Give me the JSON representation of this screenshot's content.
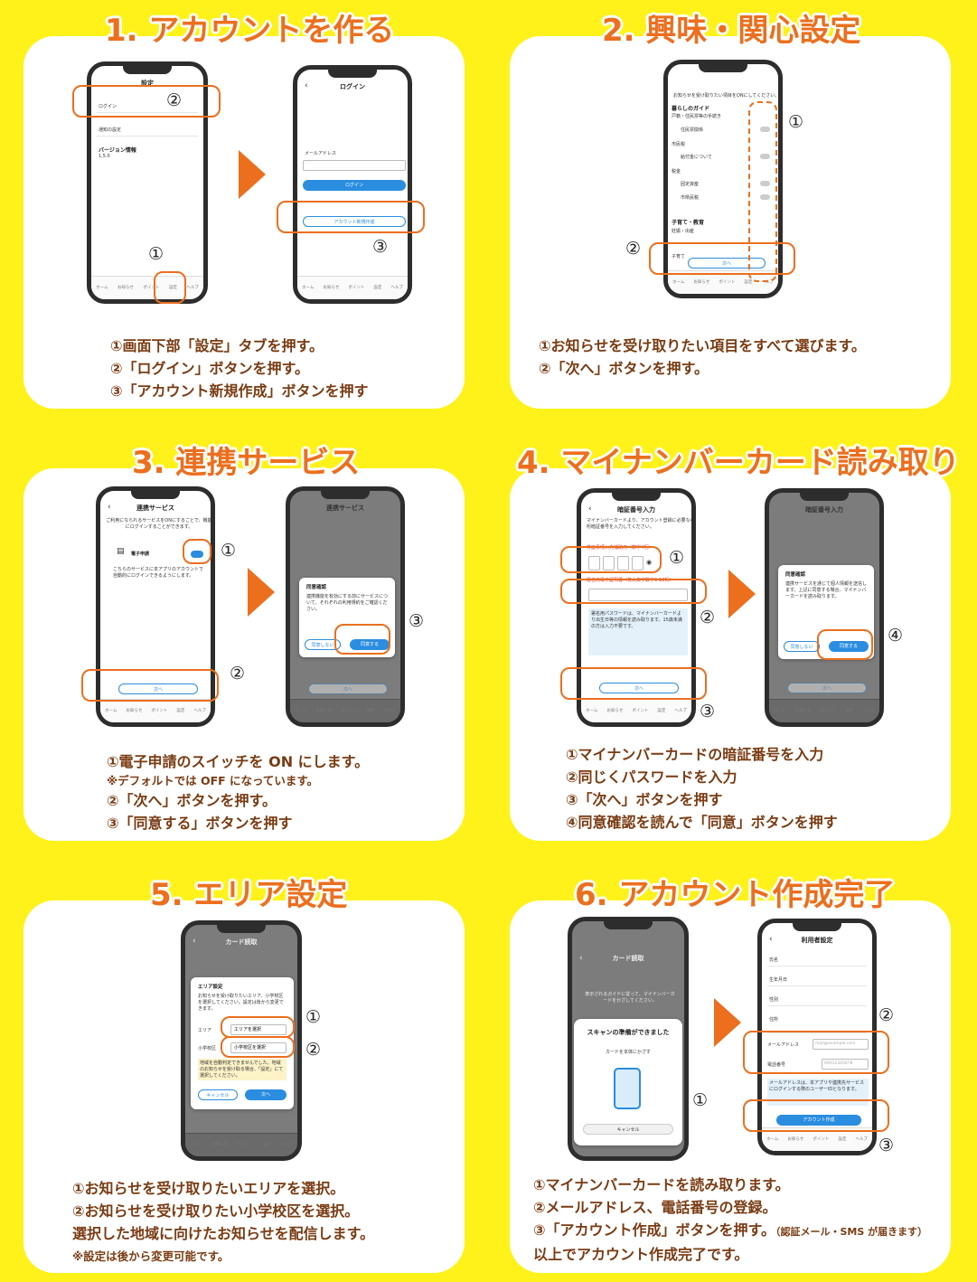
{
  "colors": {
    "background": "#fff21a",
    "accent": "#ec6f1e",
    "button": "#2a8de0",
    "text": "#7a3b12"
  },
  "markers": {
    "m1": "①",
    "m2": "②",
    "m3": "③",
    "m4": "④"
  },
  "tabs": [
    "ホーム",
    "お知らせ",
    "ポイント",
    "設定",
    "ヘルプ"
  ],
  "s1": {
    "title": "1. アカウントを作る",
    "phoneA": {
      "header": "設定",
      "login": "ログイン",
      "new_setting": "通知の設定",
      "version_label": "バージョン情報",
      "version": "1.5.0"
    },
    "phoneB": {
      "header": "ログイン",
      "email_label": "メールアドレス",
      "login_btn": "ログイン",
      "create_btn": "アカウント新規作成"
    },
    "desc": [
      "①画面下部「設定」タブを押す。",
      "②「ログイン」ボタンを押す。",
      "③「アカウント新規作成」ボタンを押す"
    ]
  },
  "s2": {
    "title": "2. 興味・関心設定",
    "phone": {
      "intro": "お知らせを受け取りたい項目をONにしてください。",
      "group1": "暮らしのガイド",
      "sub1": "戸籍・住民票等の手続き",
      "item1": "住民票関係",
      "sub2": "市民税",
      "item2": "給付金について",
      "sub3": "税金",
      "item3": "固定資産",
      "item4": "市県民税",
      "group2": "子育て・教育",
      "sub4": "妊娠・出産",
      "item5": "子育て",
      "next_btn": "次へ"
    },
    "desc": [
      "①お知らせを受け取りたい項目をすべて選びます。",
      "②「次へ」ボタンを押す。"
    ]
  },
  "s3": {
    "title": "3. 連携サービス",
    "phoneA": {
      "header": "連携サービス",
      "intro": "ご利用になられるサービスをONにすることで、機能にログインすることができます。",
      "service": "電子申請",
      "service_desc": "こちらのサービスに本アプリのアカウントで自動的にログインできるようにします。",
      "next_btn": "次へ"
    },
    "phoneB": {
      "header": "連携サービス",
      "dialog_title": "同意確認",
      "dialog_text": "連携機能を有効にする前にサービスについて、それぞれの利用規約をご確認ください。",
      "cancel_btn": "同意しない",
      "agree_btn": "同意する",
      "next_btn": "次へ"
    },
    "desc": [
      "①電子申請のスイッチを ON にします。",
      "※デフォルトでは OFF になっています。",
      "②「次へ」ボタンを押す。",
      "③「同意する」ボタンを押す"
    ]
  },
  "s4": {
    "title": "4. マイナンバーカード読み取り",
    "phoneA": {
      "header": "暗証番号入力",
      "intro": "マイナンバーカードより、アカウント登録に必要な4桁暗証番号を入力してください。",
      "pin_label": "券面事項入力補助用（数字4桁）",
      "pw_label": "署名用電子証明書（英大文字数字6-16桁）",
      "note": "署名用パスワードは、マイナンバーカードより出生日等の情報を読み取ります。15歳未満の方は入力不要です。",
      "next_btn": "次へ"
    },
    "phoneB": {
      "header": "暗証番号入力",
      "dialog_title": "同意確認",
      "dialog_text": "連携サービスを通じて個人情報を送信します。上記に同意する場合、マイナンバーカードを読み取ります。",
      "cancel_btn": "同意しない",
      "agree_btn": "同意する",
      "next_btn": "次へ"
    },
    "desc": [
      "①マイナンバーカードの暗証番号を入力",
      "②同じくパスワードを入力",
      "③「次へ」ボタンを押す",
      "④同意確認を読んで「同意」ボタンを押す"
    ]
  },
  "s5": {
    "title": "5. エリア設定",
    "phone": {
      "header": "カード読取",
      "dialog_title": "エリア設定",
      "dialog_text": "お知らせを受け取りたいエリア、小学校区を選択してください。設定は後から変更できます。",
      "area_label": "エリア",
      "area_value": "エリアを選択",
      "school_label": "小学校区",
      "school_value": "小学校区を選択",
      "warn": "地域を自動判定できませんでした。地域のお知らせを受け取る場合、「設定」にて選択してください。",
      "cancel_btn": "キャンセル",
      "next_btn": "次へ"
    },
    "desc": [
      "①お知らせを受け取りたいエリアを選択。",
      "②お知らせを受け取りたい小学校区を選択。",
      "選択した地域に向けたお知らせを配信します。",
      "※設定は後から変更可能です。"
    ]
  },
  "s6": {
    "title": "6. アカウント作成完了",
    "phoneA": {
      "header": "カード読取",
      "guide": "表示されるガイドに従って、マイナンバーカードをかざしてください。",
      "scan_title": "スキャンの準備ができました",
      "scan_sub": "カードを本体にかざす",
      "cancel_btn": "キャンセル"
    },
    "phoneB": {
      "header": "利用者設定",
      "name": "氏名",
      "birth": "生年月日",
      "gender": "性別",
      "address": "住所",
      "email": "メールアドレス",
      "email_ph": "mail@example.com",
      "phone_label": "電話番号",
      "phone_ph": "09012345678",
      "note": "メールアドレスは、本アプリや連携先サービスにログインする際のユーザーIDとなります。",
      "create_btn": "アカウント作成"
    },
    "desc": [
      "①マイナンバーカードを読み取ります。",
      "②メールアドレス、電話番号の登録。",
      "③「アカウント作成」ボタンを押す。",
      "（認証メール・SMS が届きます）",
      "以上でアカウント作成完了です。"
    ]
  }
}
